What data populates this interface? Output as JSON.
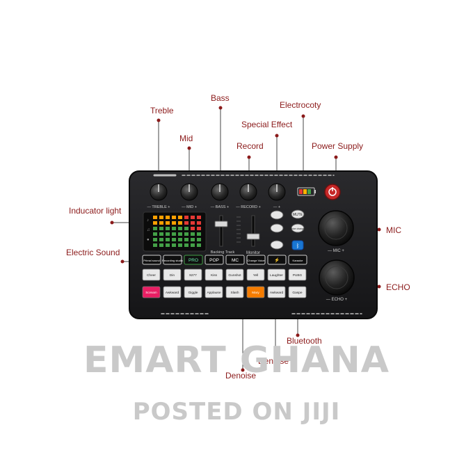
{
  "callouts": {
    "treble": "Treble",
    "bass": "Bass",
    "electrocoty": "Electrocoty",
    "mid": "Mid",
    "special_effect": "Special Effect",
    "record": "Record",
    "power_supply": "Power Supply",
    "inducator_light": "Inducator light",
    "mic": "MIC",
    "electric_sound": "Electric Sound",
    "echo": "ECHO",
    "bluetooth": "Bluetooth",
    "denoise_1": "Denoise",
    "denoise_2": "Denoise"
  },
  "device": {
    "knob_labels": [
      "— TREBLE +",
      "— MID +",
      "— BASS +",
      "— RECORD +",
      "— +"
    ],
    "mic_label": "— MIC +",
    "echo_label": "— ECHO +",
    "fader_labels": [
      "Backing Track",
      "Monitor"
    ],
    "side_buttons": [
      "MUTE",
      "Voice changer"
    ],
    "mode_buttons": [
      "Primal sound",
      "Recording studio",
      "PRO",
      "POP",
      "MC",
      "Change Voice",
      "⚡",
      "Karaoke"
    ],
    "sound_row_1": [
      "Cheer",
      "Din",
      "9277",
      "Kiss",
      "Gunshot",
      "Yell",
      "Laughter",
      "PUBG"
    ],
    "sound_row_2": [
      "Scream",
      "Awkward",
      "Giggle",
      "Applause",
      "Slash",
      "Mary",
      "Awkward",
      "Gaspe"
    ]
  },
  "colors": {
    "callout_text": "#8b1a1a",
    "device_body": "#1c1c1e",
    "power_button": "#d32f2f",
    "pink_button": "#e91e63",
    "orange_button": "#f57c00",
    "bluetooth_button": "#1976d2"
  },
  "watermark": {
    "line1": "EMART GHANA",
    "line2": "POSTED ON JIJI"
  }
}
